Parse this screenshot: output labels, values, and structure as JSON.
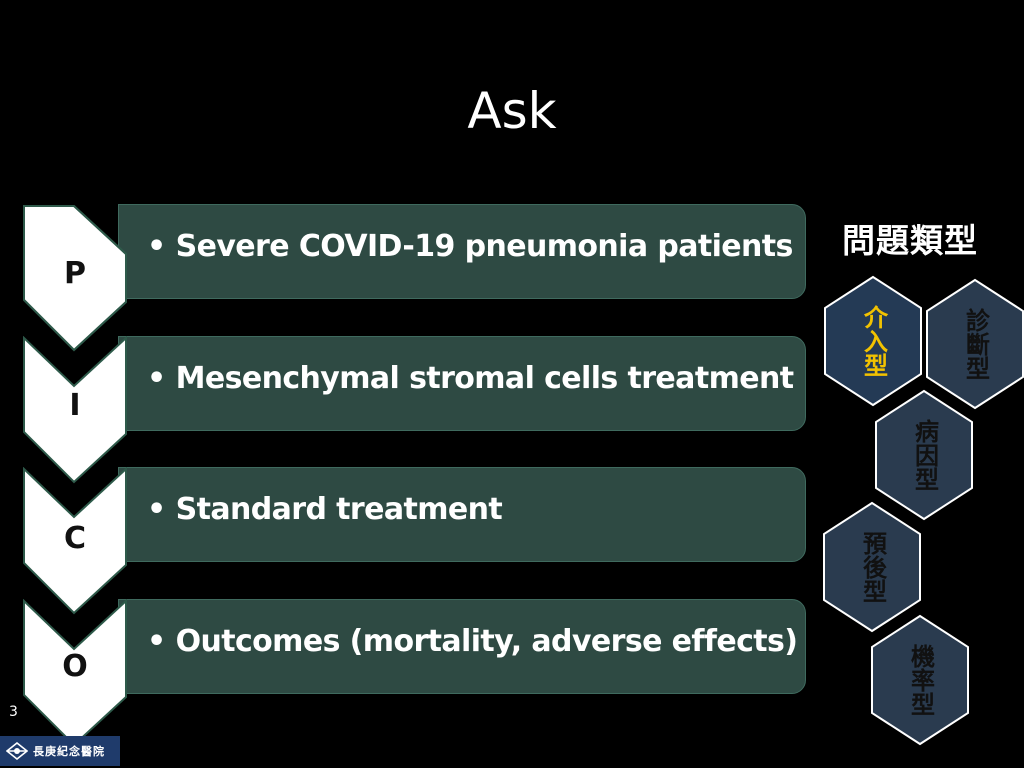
{
  "slide": {
    "title": "Ask",
    "page_number": "3"
  },
  "pico": [
    {
      "letter": "P",
      "text": "Severe COVID-19 pneumonia patients"
    },
    {
      "letter": "I",
      "text": "Mesenchymal stromal cells treatment"
    },
    {
      "letter": "C",
      "text": "Standard treatment"
    },
    {
      "letter": "O",
      "text": "Outcomes (mortality, adverse effects)"
    }
  ],
  "question_types": {
    "title": "問題類型",
    "items": [
      {
        "label": "介入型",
        "active": true
      },
      {
        "label": "診斷型",
        "active": false
      },
      {
        "label": "病因型",
        "active": false
      },
      {
        "label": "預後型",
        "active": false
      },
      {
        "label": "機率型",
        "active": false
      }
    ]
  },
  "logo": {
    "text": "長庚紀念醫院"
  },
  "colors": {
    "bar_fill": "#2e4a43",
    "hex_fill": "#2a3b4f",
    "chevron_fill": "#ffffff",
    "active_label": "#f2c200"
  }
}
